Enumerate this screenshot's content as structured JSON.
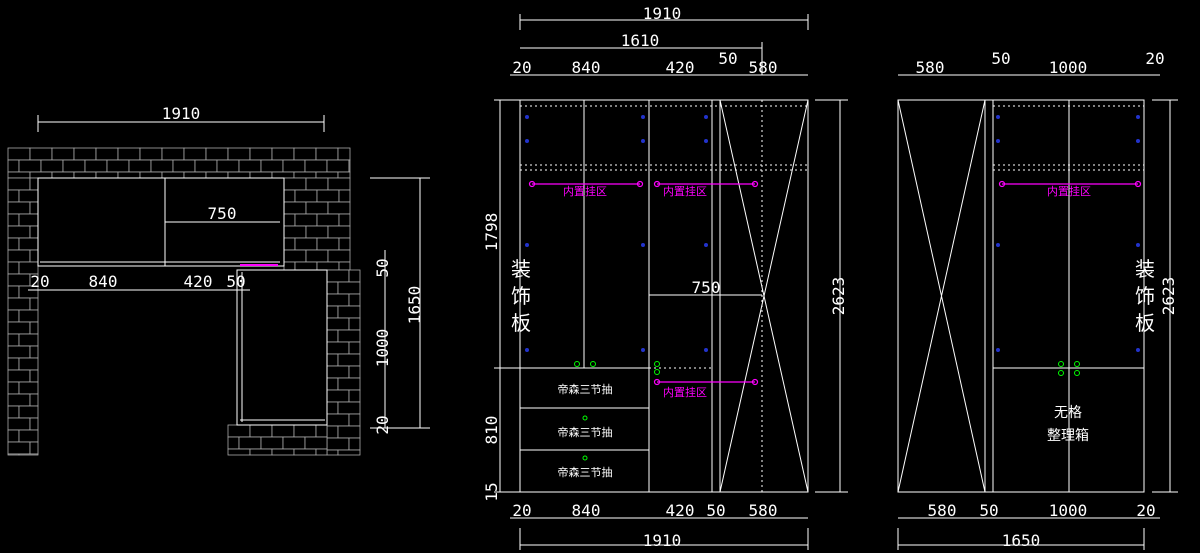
{
  "plan": {
    "overall_width": "1910",
    "inner_width": "750",
    "seg_20": "20",
    "seg_840": "840",
    "seg_420": "420",
    "seg_50": "50",
    "height_50": "50",
    "height_1000": "1000",
    "height_1650": "1650",
    "height_20": "20"
  },
  "front": {
    "top_total": "1910",
    "top_1610": "1610",
    "top_50": "50",
    "top_segments": [
      "20",
      "840",
      "420",
      "50",
      "580"
    ],
    "bottom_segments": [
      "20",
      "840",
      "420",
      "50",
      "580"
    ],
    "bottom_total": "1910",
    "height_1798": "1798",
    "height_810": "810",
    "height_15": "15",
    "height_total": "2623",
    "inner_750": "750",
    "decor_panel": "装饰板",
    "hanging_label": "内置挂区",
    "drawer_label": "帝森三节抽"
  },
  "side": {
    "top_segments": [
      "580",
      "50",
      "1000",
      "20"
    ],
    "bottom_segments": [
      "580",
      "50",
      "1000",
      "20"
    ],
    "bottom_total": "1650",
    "height_total": "2623",
    "decor_panel": "装饰板",
    "hanging_label": "内置挂区",
    "no_shelf": "无格",
    "organizer": "整理箱"
  }
}
